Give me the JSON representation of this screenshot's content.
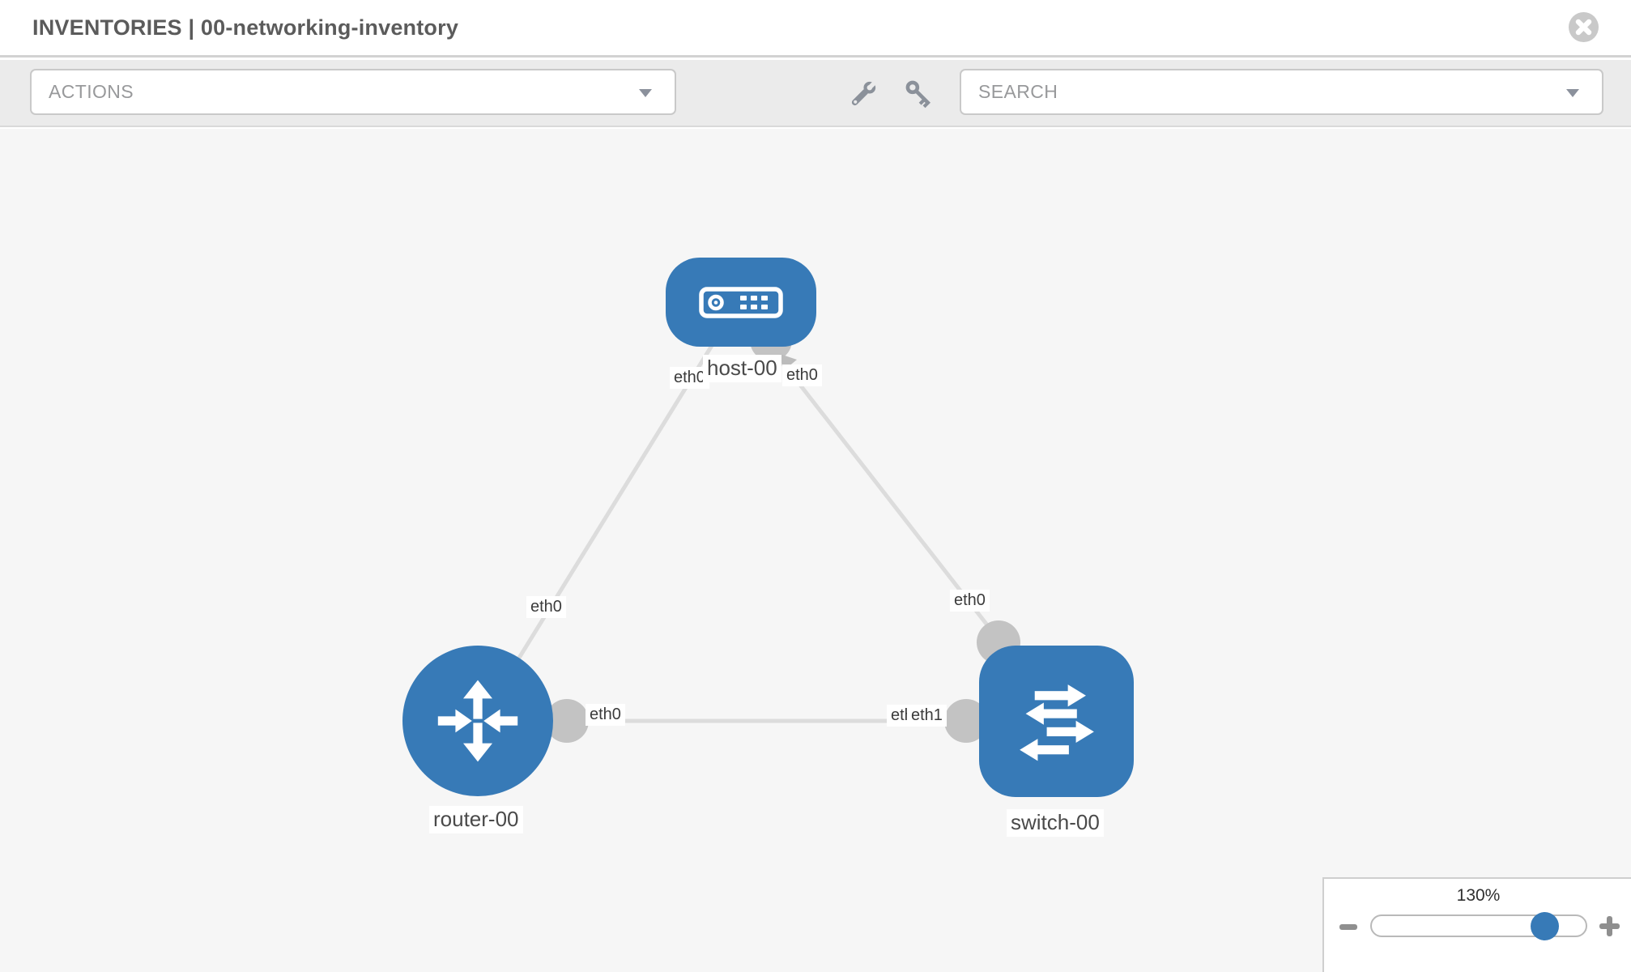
{
  "header": {
    "title": "INVENTORIES | 00-networking-inventory"
  },
  "toolbar": {
    "actions": {
      "label": "ACTIONS"
    },
    "search": {
      "placeholder": "SEARCH"
    },
    "icons": [
      "wrench-icon",
      "key-icon"
    ]
  },
  "canvas": {
    "nodes": [
      {
        "label": "host-00",
        "type": "host"
      },
      {
        "label": "router-00",
        "type": "router"
      },
      {
        "label": "switch-00",
        "type": "switch"
      }
    ],
    "links": [
      {
        "from": "host-00",
        "to": "router-00"
      },
      {
        "from": "host-00",
        "to": "switch-00"
      },
      {
        "from": "router-00",
        "to": "switch-00"
      }
    ],
    "interface_labels": {
      "host_left": "eth0",
      "host_right": "eth0",
      "host_router_link": "eth0",
      "host_switch_link": "eth0",
      "router_switch_router_side": "eth0",
      "router_switch_switch_side_back": "eth0",
      "router_switch_switch_side_front": "eth1"
    }
  },
  "zoom": {
    "level": "130%"
  },
  "colors": {
    "node_blue": "#377ab7",
    "link_gray": "#dcdcdc",
    "interface_gray": "#c3c3c3",
    "toolbar_gray": "#ebebeb",
    "canvas_gray": "#f6f6f6"
  }
}
